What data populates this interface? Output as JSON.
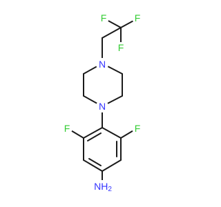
{
  "molecule": {
    "atom_labels": {
      "cf3_f_left": "F",
      "cf3_f_right": "F",
      "cf3_f_bottom": "F",
      "piperazine_n_top": "N",
      "piperazine_n_bottom": "N",
      "ring_f_left": "F",
      "ring_f_right": "F",
      "amine": "NH2"
    },
    "colors": {
      "bond": "#1a1a1a",
      "nitrogen": "#3333ff",
      "fluorine": "#33cc33"
    }
  }
}
